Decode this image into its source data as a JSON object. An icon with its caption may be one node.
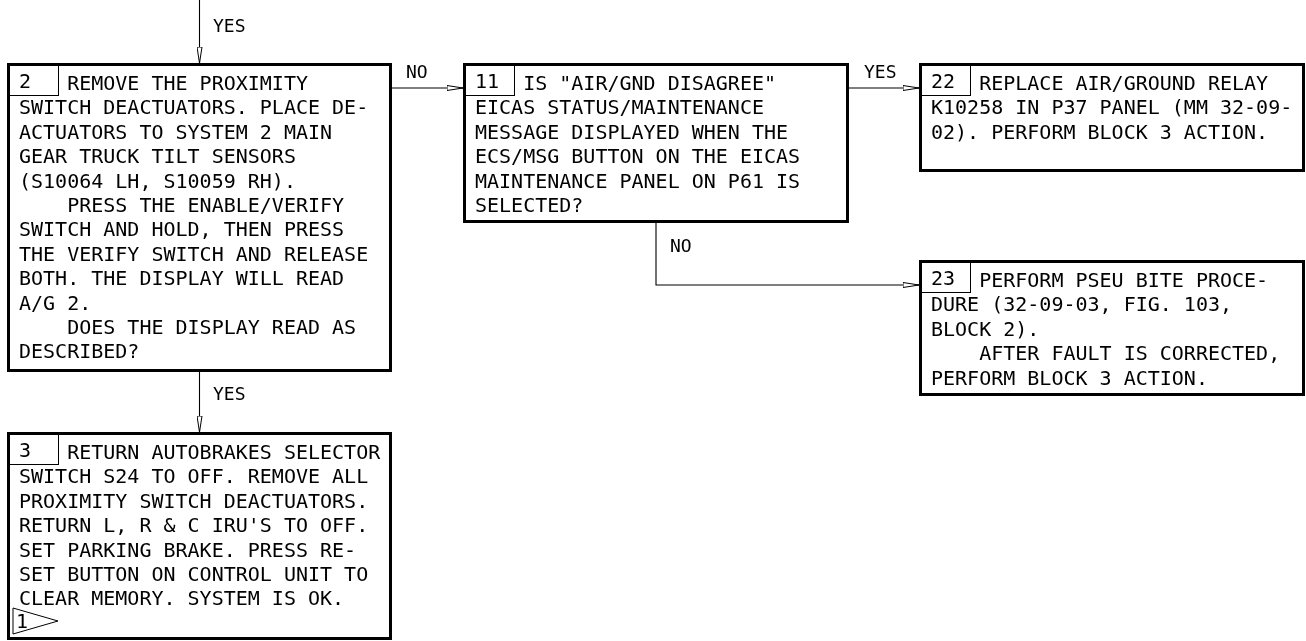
{
  "diagram": {
    "nodes": [
      {
        "text": [
          "2",
          "REMOVE THE PROXIMITY SWITCH DEACTUATORS. PLACE DE- ACTUATORS TO SYSTEM 2 MAIN GEAR TRUCK TILT SENSORS (S10064 LH, S10059 RH).",
          "PRESS THE ENABLE/VERIFY SWITCH AND HOLD, THEN PRESS THE VERIFY SWITCH AND RELEASE BOTH. THE DISPLAY WILL READ A/G 2.",
          "DOES THE DISPLAY READ AS DESCRIBED?"
        ]
      },
      {
        "text": [
          "11",
          "IS \"AIR/GND DISAGREE\" EICAS STATUS/MAINTENANCE MESSAGE DISPLAYED WHEN THE ECS/MSG BUTTON ON THE EICAS MAINTENANCE PANEL ON P61 IS SELECTED?"
        ]
      },
      {
        "text": [
          "22",
          "REPLACE AIR/GROUND RELAY K10258 IN P37 PANEL (MM 32-09-02). PERFORM BLOCK 3 ACTION."
        ]
      },
      {
        "text": [
          "23",
          "PERFORM PSEU BITE PROCE- DURE (32-09-03, FIG. 103, BLOCK 2).",
          "AFTER FAULT IS CORRECTED, PERFORM BLOCK 3 ACTION."
        ]
      },
      {
        "text": [
          "3",
          "RETURN AUTOBRAKES SELECTOR SWITCH S24 TO OFF. REMOVE ALL PROXIMITY SWITCH DEACTUATORS. RETURN L, R & C IRU'S TO OFF. SET PARKING BRAKE. PRESS RE- SET BUTTON ON CONTROL UNIT TO CLEAR MEMORY. SYSTEM IS OK."
        ]
      },
      {
        "text": [
          "1"
        ],
        "in": 4
      }
    ],
    "edges": [
      {
        "from": null,
        "to": 0,
        "arrow": "to",
        "label": "YES"
      },
      {
        "from": 0,
        "to": 1,
        "arrow": "to",
        "label": "NO"
      },
      {
        "from": 0,
        "to": 4,
        "arrow": "to",
        "label": "YES"
      },
      {
        "from": 1,
        "to": 2,
        "arrow": "to",
        "label": "YES"
      },
      {
        "from": 1,
        "to": 3,
        "arrow": "to",
        "label": "NO"
      }
    ]
  }
}
